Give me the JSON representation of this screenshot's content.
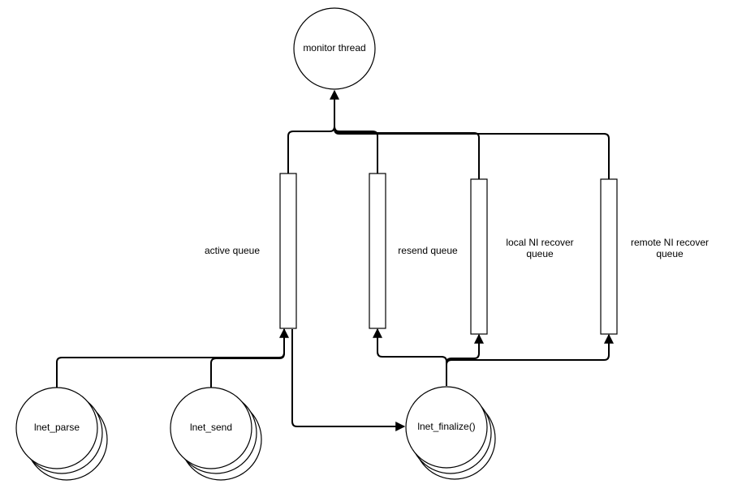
{
  "diagram": {
    "monitor": {
      "label": "monitor thread"
    },
    "queues": {
      "active": {
        "label": "active queue"
      },
      "resend": {
        "label": "resend queue"
      },
      "local_ni": {
        "line1": "local NI recover",
        "line2": "queue"
      },
      "remote_ni": {
        "line1": "remote NI recover",
        "line2": "queue"
      }
    },
    "processes": {
      "parse": {
        "label": "lnet_parse"
      },
      "send": {
        "label": "lnet_send"
      },
      "finalize": {
        "label": "lnet_finalize()"
      }
    }
  }
}
